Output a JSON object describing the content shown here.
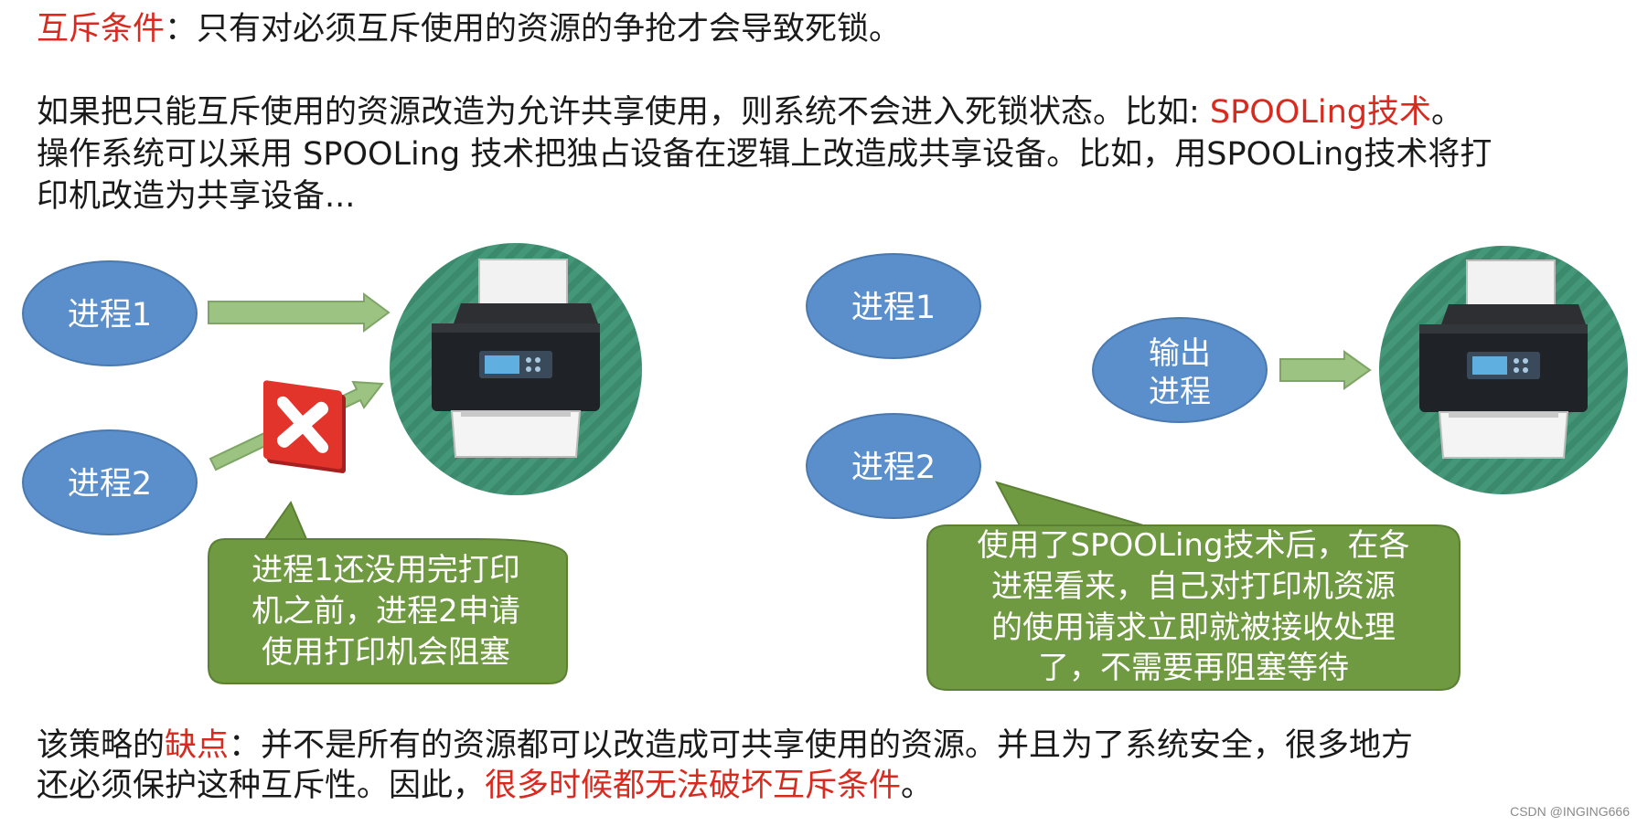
{
  "intro": {
    "term": "互斥条件",
    "colon": "：",
    "definition": "只有对必须互斥使用的资源的争抢才会导致死锁。"
  },
  "strategy": {
    "line1_prefix": "如果把只能互斥使用的资源改造为允许共享使用，则系统不会进入死锁状态。比如: ",
    "line1_highlight": "SPOOLing技术",
    "line1_suffix": "。",
    "line2": "操作系统可以采用 SPOOLing 技术把独占设备在逻辑上改造成共享设备。比如，用SPOOLing技术将打",
    "line3": "印机改造为共享设备..."
  },
  "left_diagram": {
    "process1_label": "进程1",
    "process2_label": "进程2",
    "callout_lines": [
      "进程1还没用完打印",
      "机之前，进程2申请",
      "使用打印机会阻塞"
    ]
  },
  "right_diagram": {
    "process1_label": "进程1",
    "process2_label": "进程2",
    "output_label_lines": [
      "输出",
      "进程"
    ],
    "callout_lines": [
      "使用了SPOOLing技术后，在各",
      "进程看来，自己对打印机资源",
      "的使用请求立即就被接收处理",
      "了，不需要再阻塞等待"
    ]
  },
  "drawback": {
    "prefix": "该策略的",
    "term": "缺点",
    "text1": "：并不是所有的资源都可以改造成可共享使用的资源。并且为了系统安全，很多地方",
    "text2_prefix": "还必须保护这种互斥性。因此，",
    "text2_highlight": "很多时候都无法破坏互斥条件",
    "text2_suffix": "。"
  },
  "watermark": "CSDN @INGING666",
  "colors": {
    "accent_red": "#d92a20",
    "ellipse_blue": "#5b8fcb",
    "callout_green": "#6f9a41",
    "arrow_green": "#9cc381",
    "printer_bg": "#3b8a6d"
  },
  "icons": {
    "printer": "printer-icon",
    "blocked": "red-x-icon"
  }
}
